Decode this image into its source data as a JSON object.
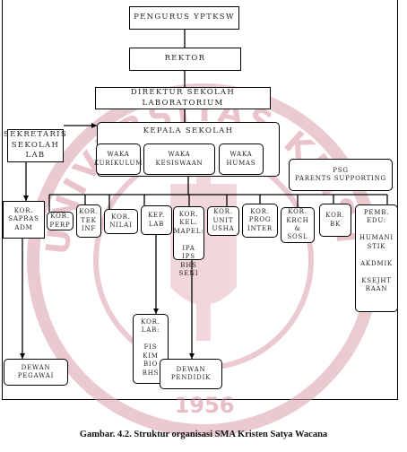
{
  "nodes": {
    "pengurus": "PENGURUS YPTKSW",
    "rektor": "REKTOR",
    "direktur": "DIREKTUR SEKOLAH\nLABORATORIUM",
    "sekretaris": "SEKRETARIS\nSEKOLAH LAB",
    "kepala": "KEPALA SEKOLAH",
    "waka_kurikulum": "WAKA\nKURIKULUM",
    "waka_kesiswaan": "WAKA\nKESISWAAN",
    "waka_humas": "WAKA\nHUMAS",
    "psg": "PSG\nPARENTS SUPPORTING",
    "kor_sapras": "KOR.\nSAPRAS\nADM",
    "kor_perp": "KOR.\nPERP",
    "kor_tek_inf": "KOR.\nTEK\nINF",
    "kor_nilai": "KOR.\nNILAI",
    "kep_lab": "KEP.\nLAB",
    "kor_kel_mapel": "KOR.\nKEL.\nMAPEL:\n\nIPA\nIPS\nBHS\nSENI",
    "kor_unit_usha": "KOR.\nUNIT\nUSHA",
    "kor_prog_inter": "KOR.\nPROG\nINTER",
    "kor_krch_sosl": "KOR.\nKRCH\n&\nSOSL",
    "kor_bk": "KOR.\nBK",
    "pemb_edu": "PEMB.\nEDU:\n\nHUMANI\nSTIK\n\nAKDMIK\n\nKSEJHT\nRAAN",
    "kor_lab": "KOR.\nLAB:\n\nFIS\nKIM\nBIO\nBHS",
    "dewan_pegawai": "DEWAN\nPEGAWAI",
    "dewan_pendidik": "DEWAN\nPENDIDIK"
  },
  "watermark_text": "UNIVERSITAS KRISTEN SATYA WACANA",
  "watermark_year": "1956",
  "caption": "Gambar. 4.2. Struktur organisasi SMA Kristen Satya Wacana"
}
